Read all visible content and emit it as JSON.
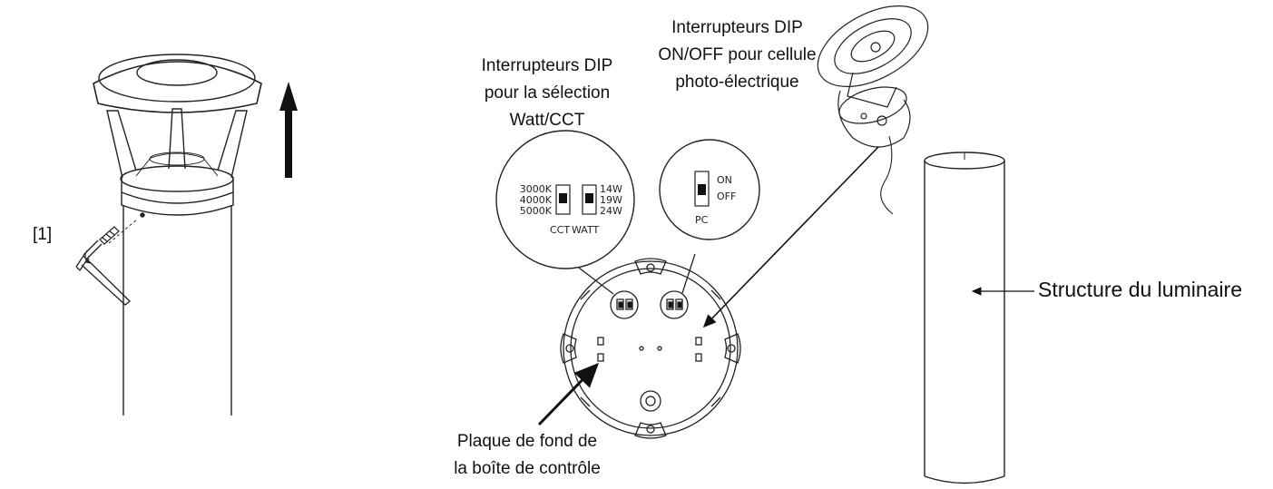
{
  "step_marker": "[1]",
  "callouts": {
    "dip_watt_cct": [
      "Interrupteurs DIP",
      "pour la sélection",
      "Watt/CCT"
    ],
    "dip_photocell": [
      "Interrupteurs DIP",
      "ON/OFF pour cellule",
      "photo-électrique"
    ],
    "base_plate": [
      "Plaque de fond de",
      "la boîte de contrôle"
    ],
    "fixture_body": "Structure du luminaire"
  },
  "switch_detail_cct_watt": {
    "cct_options": [
      "3000K",
      "4000K",
      "5000K"
    ],
    "watt_options": [
      "14W",
      "19W",
      "24W"
    ],
    "cct_caption": "CCT",
    "watt_caption": "WATT"
  },
  "switch_detail_photocell": {
    "on_label": "ON",
    "off_label": "OFF",
    "caption": "PC"
  },
  "icons": [
    "up-arrow-icon",
    "hex-key-icon",
    "screw-icon"
  ]
}
